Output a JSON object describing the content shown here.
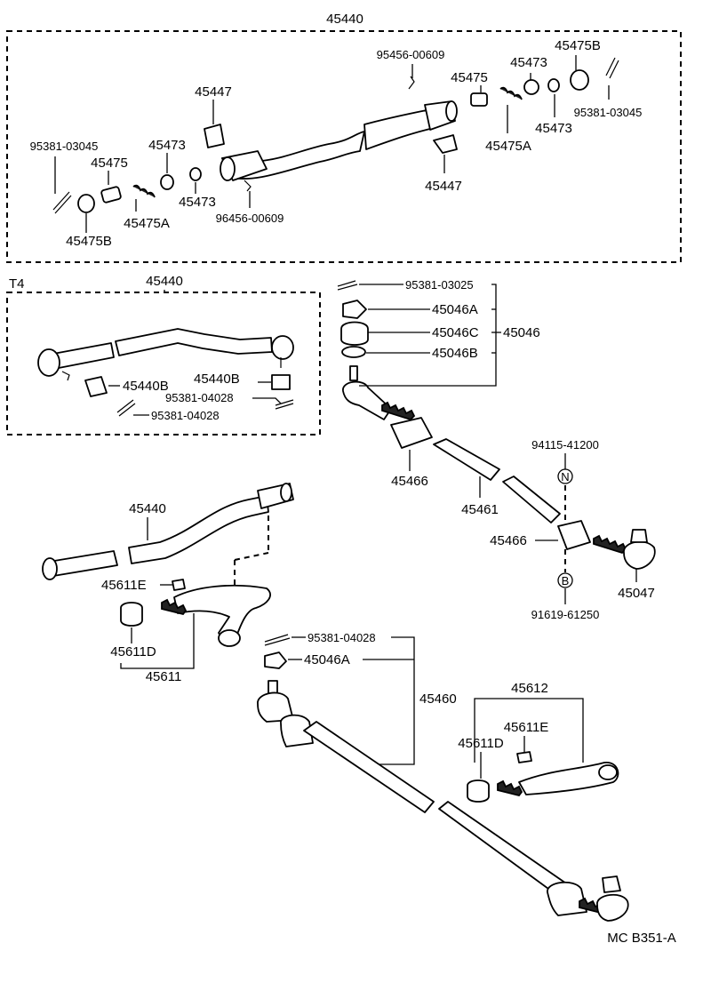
{
  "diagram": {
    "section_top_assembly": "45440",
    "section_t4_tag": "T4",
    "section_t4_assembly": "45440",
    "drawing_code": "MC B351-A",
    "labels": {
      "top_95456_00609": "95456-00609",
      "top_45475_r": "45475",
      "top_45473_r1": "45473",
      "top_45475B_r": "45475B",
      "top_95381_03045_r": "95381-03045",
      "top_45473_r2": "45473",
      "top_45475A_r": "45475A",
      "top_45447_l": "45447",
      "top_45447_r": "45447",
      "top_95381_03045_l": "95381-03045",
      "top_45473_l1": "45473",
      "top_45475_l": "45475",
      "top_45475A_l": "45475A",
      "top_45473_l2": "45473",
      "top_96456_00609": "96456-00609",
      "top_45475B_l": "45475B",
      "t4_45440B_l": "45440B",
      "t4_45440B_r": "45440B",
      "t4_95381_04028_a": "95381-04028",
      "t4_95381_04028_b": "95381-04028",
      "r_95381_03025": "95381-03025",
      "r_45046A": "45046A",
      "r_45046C": "45046C",
      "r_45046": "45046",
      "r_45046B": "45046B",
      "r_45466_a": "45466",
      "r_45461": "45461",
      "r_94115_41200": "94115-41200",
      "r_circle_N": "N",
      "r_45466_b": "45466",
      "r_circle_B": "B",
      "r_45047": "45047",
      "r_91619_61250": "91619-61250",
      "m_45440": "45440",
      "m_45611E": "45611E",
      "m_45611D": "45611D",
      "m_45611": "45611",
      "m_95381_04028": "95381-04028",
      "m_45046A": "45046A",
      "m_45460": "45460",
      "m_45612": "45612",
      "m_45611E_b": "45611E",
      "m_45611D_b": "45611D"
    }
  }
}
